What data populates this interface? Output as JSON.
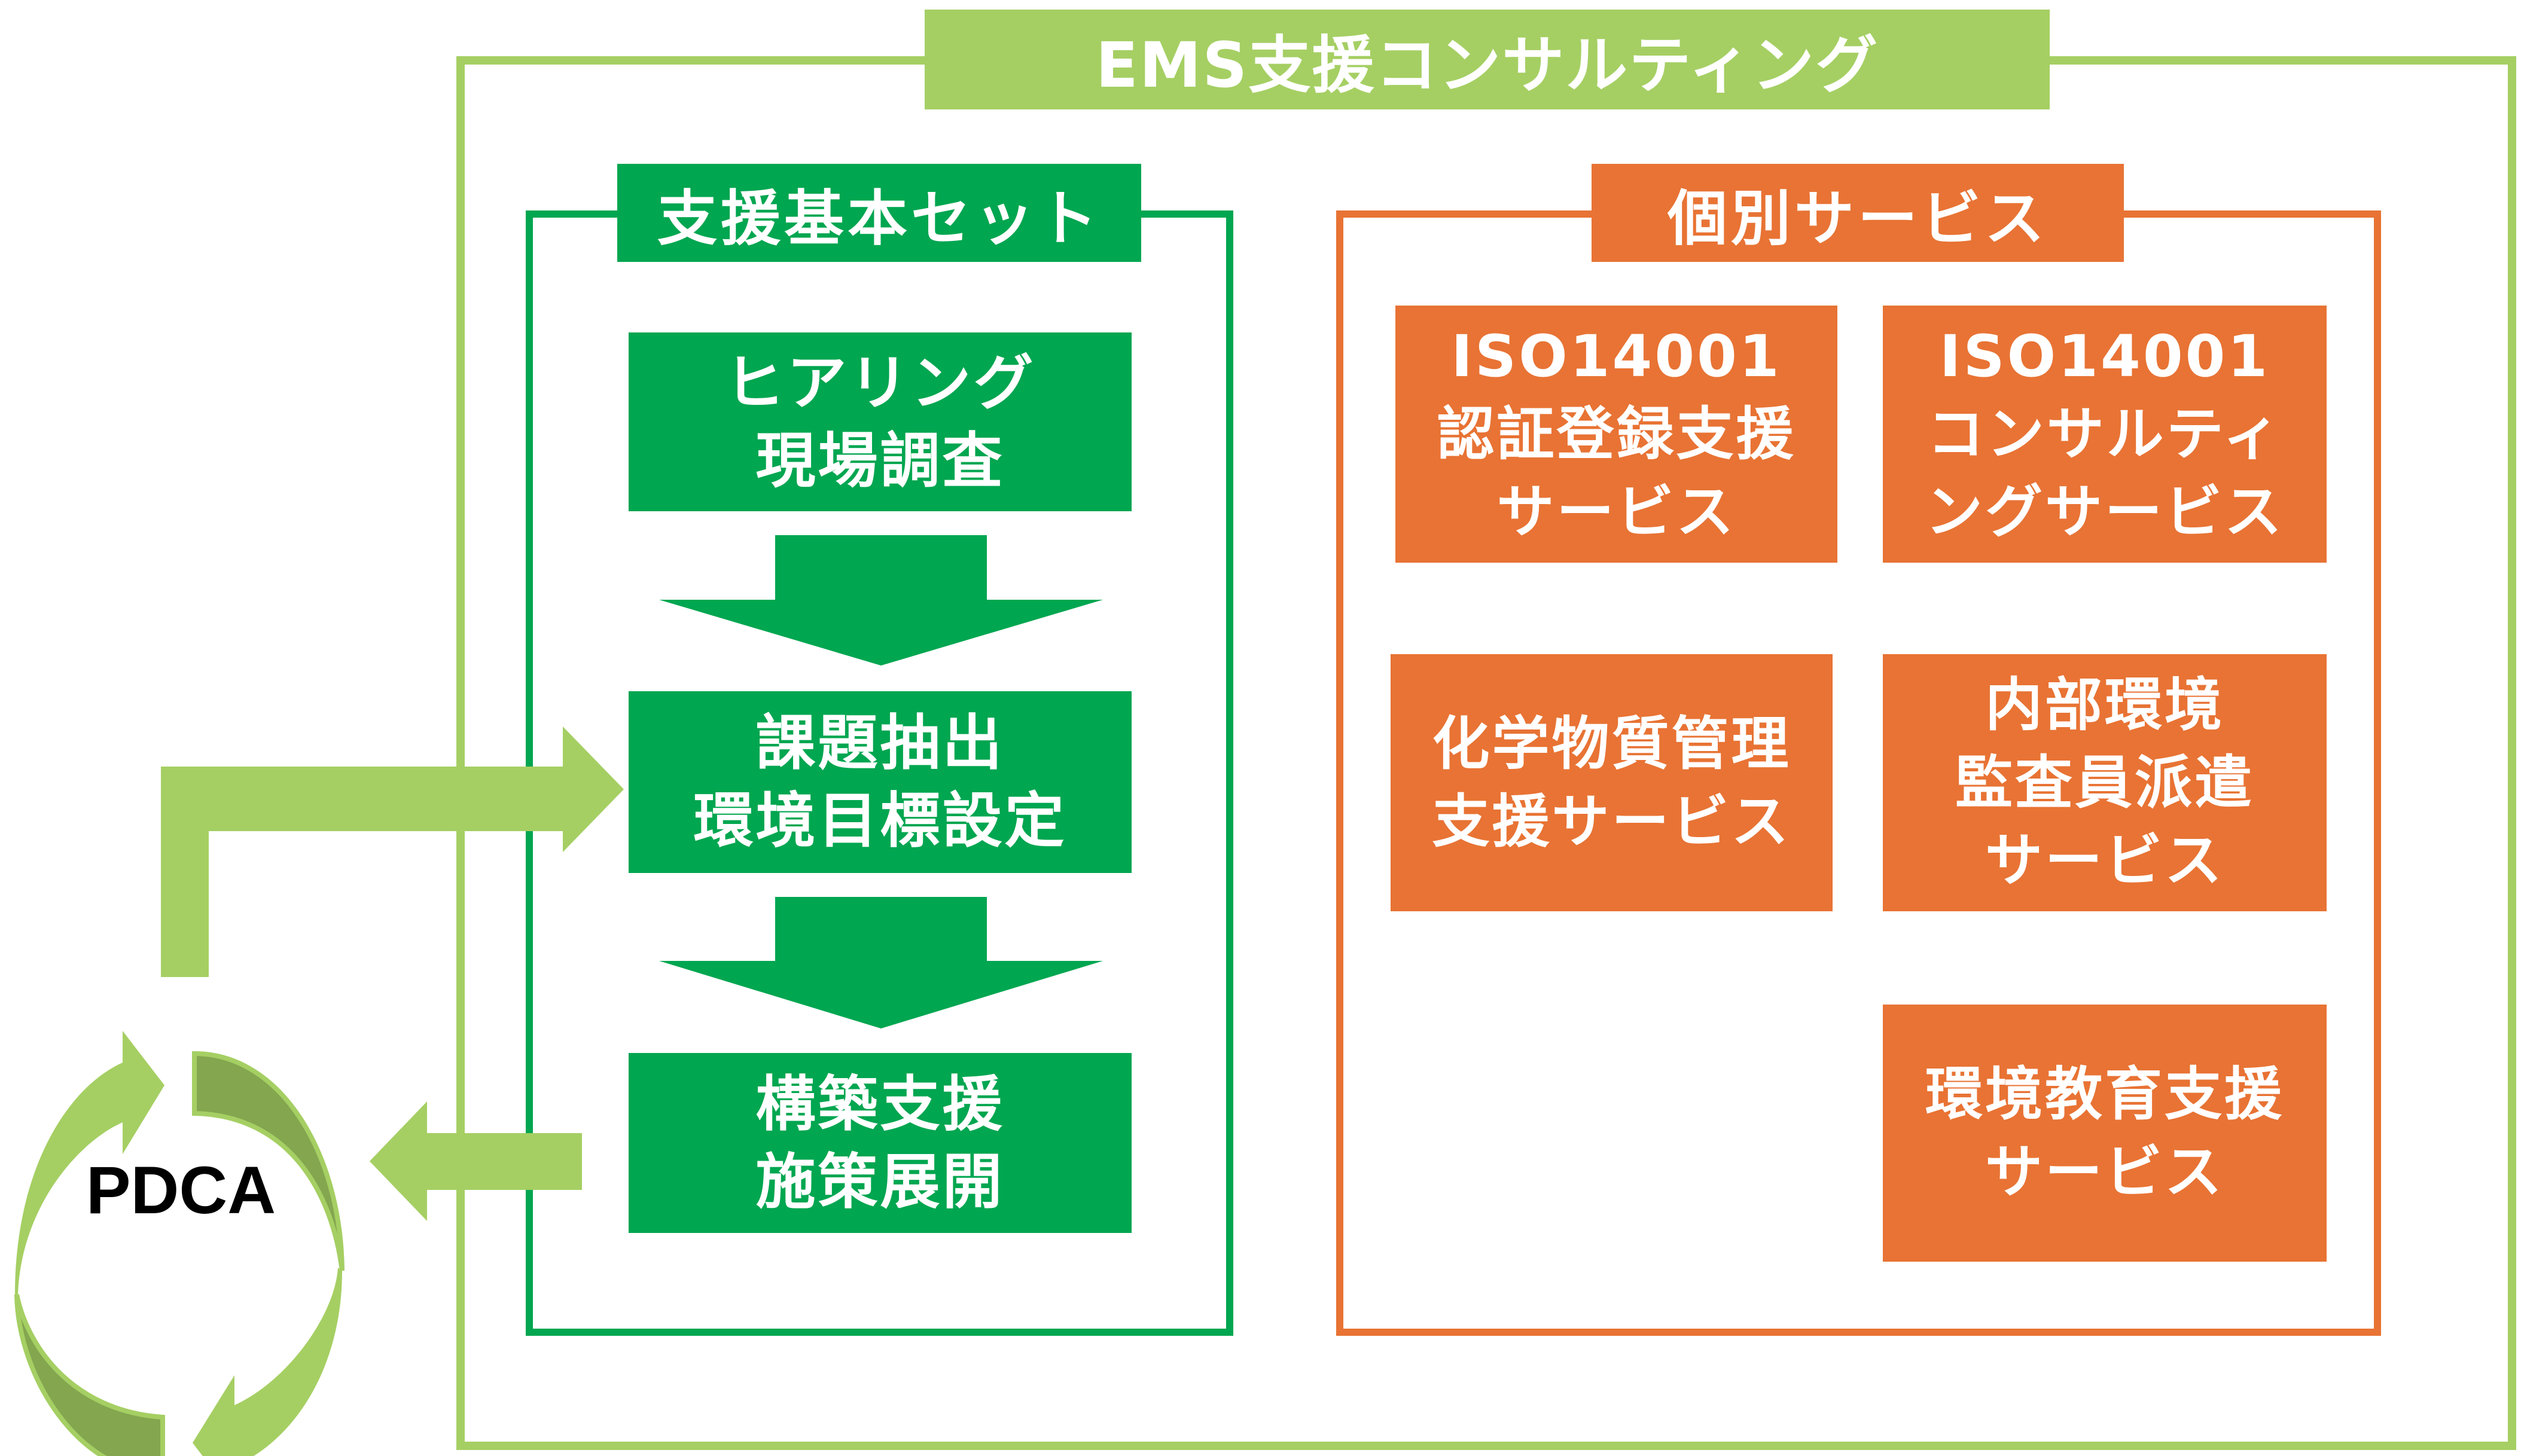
{
  "colors": {
    "light_green": "#a5cf63",
    "dark_green": "#00a650",
    "olive_green": "#83a64f",
    "orange": "#e87334",
    "text_on_fill": "#ffffff",
    "pdca_text": "#000000"
  },
  "title": "EMS支援コンサルティング",
  "basic_set": {
    "header": "支援基本セット",
    "steps": [
      {
        "lines": [
          "ヒアリング",
          "現場調査"
        ]
      },
      {
        "lines": [
          "課題抽出",
          "環境目標設定"
        ]
      },
      {
        "lines": [
          "構築支援",
          "施策展開"
        ]
      }
    ]
  },
  "individual_services": {
    "header": "個別サービス",
    "items": [
      {
        "lines": [
          "ISO14001",
          "認証登録支援",
          "サービス"
        ]
      },
      {
        "lines": [
          "ISO14001",
          "コンサルティ",
          "ングサービス"
        ]
      },
      {
        "lines": [
          "化学物質管理",
          "支援サービス"
        ]
      },
      {
        "lines": [
          "内部環境",
          "監査員派遣",
          "サービス"
        ]
      },
      {
        "lines": [
          "環境教育支援",
          "サービス"
        ]
      }
    ]
  },
  "cycle": {
    "label": "PDCA"
  }
}
